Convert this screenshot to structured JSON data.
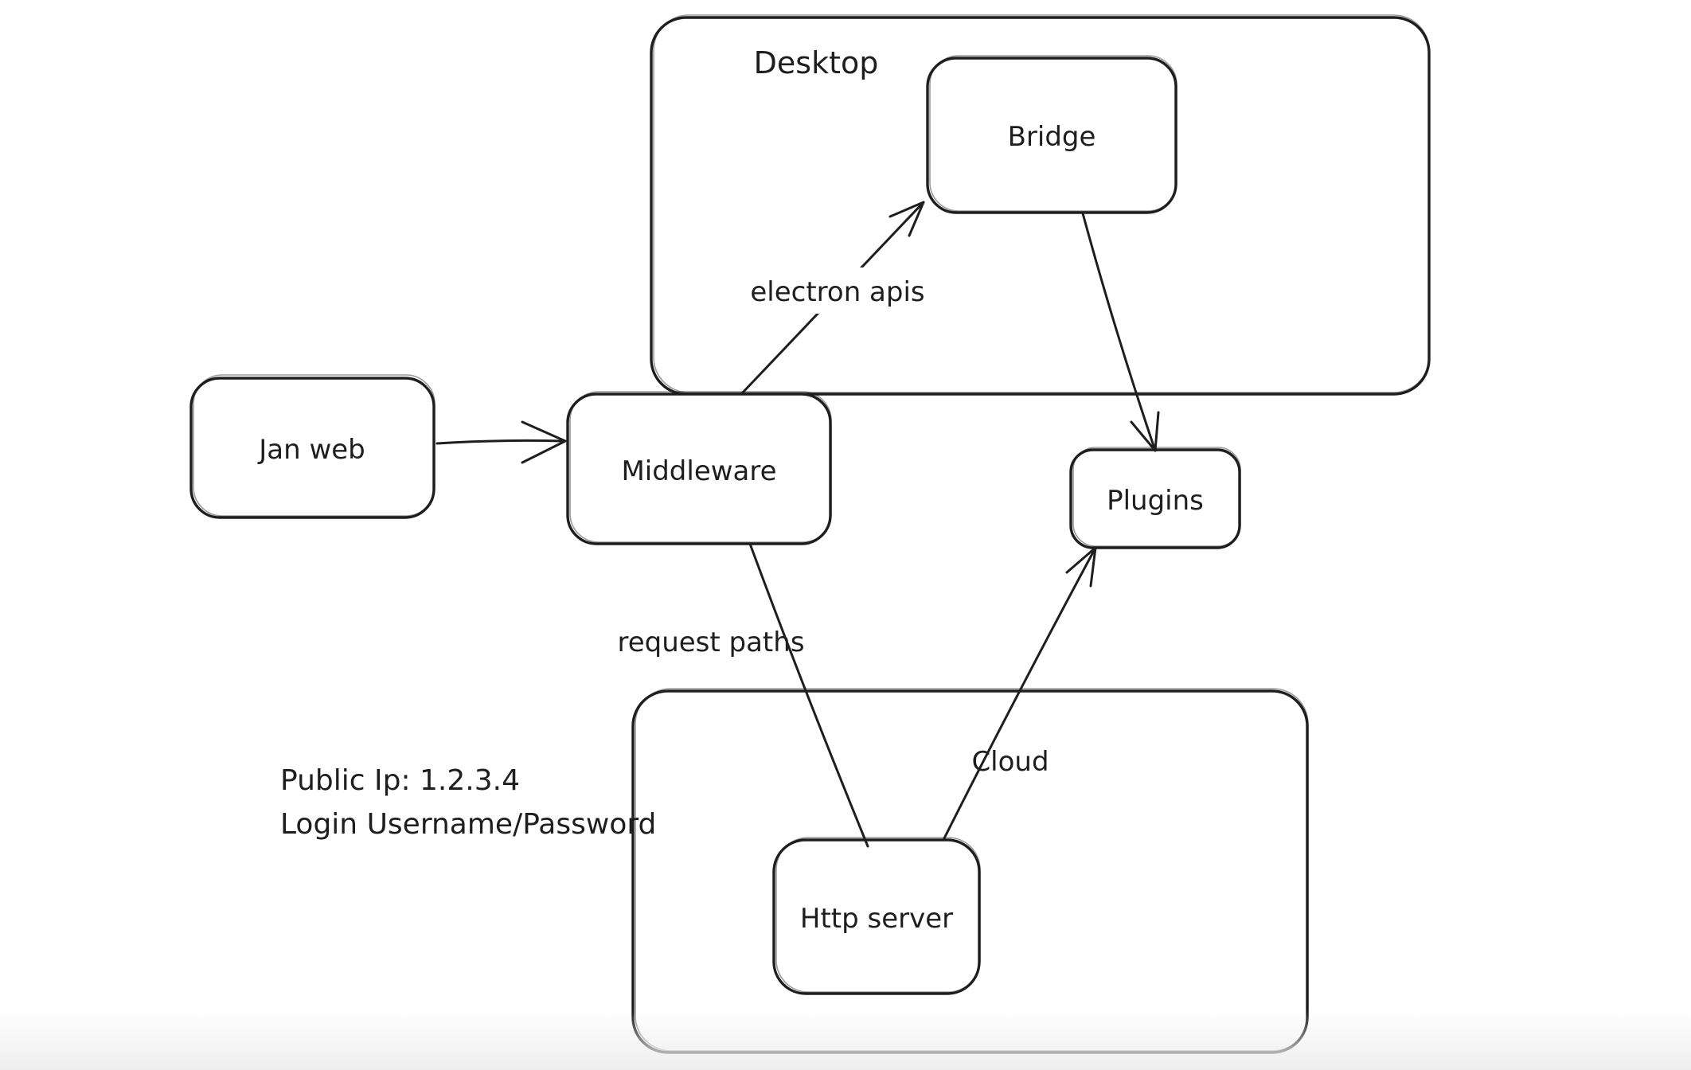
{
  "diagram": {
    "background_color": "#ffffff",
    "stroke_color": "#1e1e1e",
    "bottom_fade_color": "#eeeeef",
    "nodes": {
      "desktop": {
        "label": "Desktop",
        "type": "container"
      },
      "cloud": {
        "label": "Cloud",
        "type": "container"
      },
      "bridge": {
        "label": "Bridge",
        "type": "box"
      },
      "jan_web": {
        "label": "Jan web",
        "type": "box"
      },
      "middleware": {
        "label": "Middleware",
        "type": "box"
      },
      "plugins": {
        "label": "Plugins",
        "type": "box"
      },
      "http_server": {
        "label": "Http server",
        "type": "box"
      }
    },
    "edges": [
      {
        "from": "jan_web",
        "to": "middleware",
        "label": ""
      },
      {
        "from": "middleware",
        "to": "bridge",
        "label": "electron apis"
      },
      {
        "from": "bridge",
        "to": "plugins",
        "label": ""
      },
      {
        "from": "middleware",
        "to": "http_server",
        "label": "request paths"
      },
      {
        "from": "http_server",
        "to": "plugins",
        "label": ""
      }
    ],
    "annotations": {
      "public_ip": "Public Ip: 1.2.3.4",
      "login": "Login Username/Password"
    }
  }
}
